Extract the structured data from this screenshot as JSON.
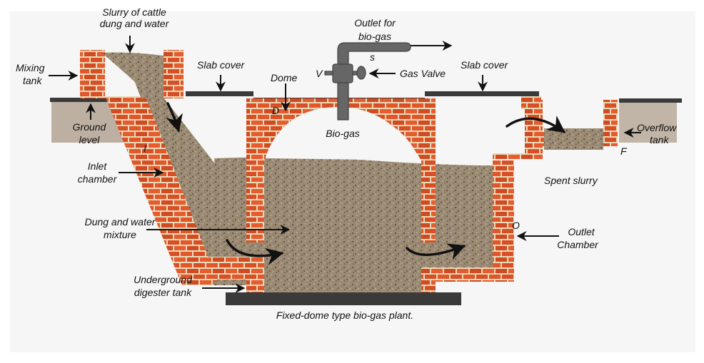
{
  "title": "Fixed-dome type bio-gas plant.",
  "labels": {
    "slurry_line1": "Slurry of cattle",
    "slurry_line2": "dung and water",
    "mixing_line1": "Mixing",
    "mixing_line2": "tank",
    "slab_cover_left": "Slab cover",
    "slab_cover_right": "Slab cover",
    "outlet_line1": "Outlet for",
    "outlet_line2": "bio-gas",
    "gas_valve": "Gas Valve",
    "dome": "Dome",
    "ground_line1": "Ground",
    "ground_line2": "level",
    "inlet_line1": "Inlet",
    "inlet_line2": "chamber",
    "dung_line1": "Dung and water",
    "dung_line2": "mixture",
    "underground_line1": "Underground",
    "underground_line2": "digester tank",
    "biogas": "Bio-gas",
    "overflow_line1": "Overflow",
    "overflow_line2": "tank",
    "spent_slurry": "Spent slurry",
    "outlet_chamber_line1": "Outlet",
    "outlet_chamber_line2": "Chamber"
  },
  "markers": {
    "V": "V",
    "S": "s",
    "D": "D",
    "I": "I",
    "F": "F",
    "O": "O"
  },
  "colors": {
    "brick": "#e2562a",
    "mortar": "#e9d9b8",
    "slurry": "#9c8b74",
    "slab": "#3a3a3a",
    "ground": "#b7a99a",
    "pipe": "#666666",
    "background": "#f6f6f6"
  }
}
